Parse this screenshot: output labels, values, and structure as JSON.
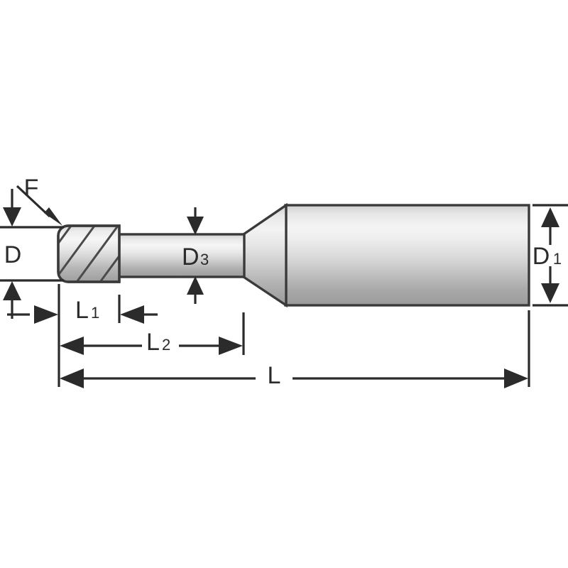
{
  "drawing": {
    "title": "Milling cutter dimension diagram",
    "background_color": "#ffffff",
    "line_color": "#2b2b2b",
    "part_outline_color": "#3a3a3a",
    "metal_light": "#f2f2f2",
    "metal_mid": "#d8d8d8",
    "metal_dark": "#9a9a9a"
  },
  "dimensions": {
    "f": {
      "label": "F",
      "sub": ""
    },
    "d": {
      "label": "D",
      "sub": ""
    },
    "d1": {
      "label": "D",
      "sub": "1"
    },
    "d3": {
      "label": "D",
      "sub": "3"
    },
    "l": {
      "label": "L",
      "sub": ""
    },
    "l1": {
      "label": "L",
      "sub": "1"
    },
    "l2": {
      "label": "L",
      "sub": "2"
    }
  },
  "part": {
    "head_name": "cutter-head",
    "neck_name": "neck",
    "taper_name": "taper",
    "shank_name": "shank"
  }
}
